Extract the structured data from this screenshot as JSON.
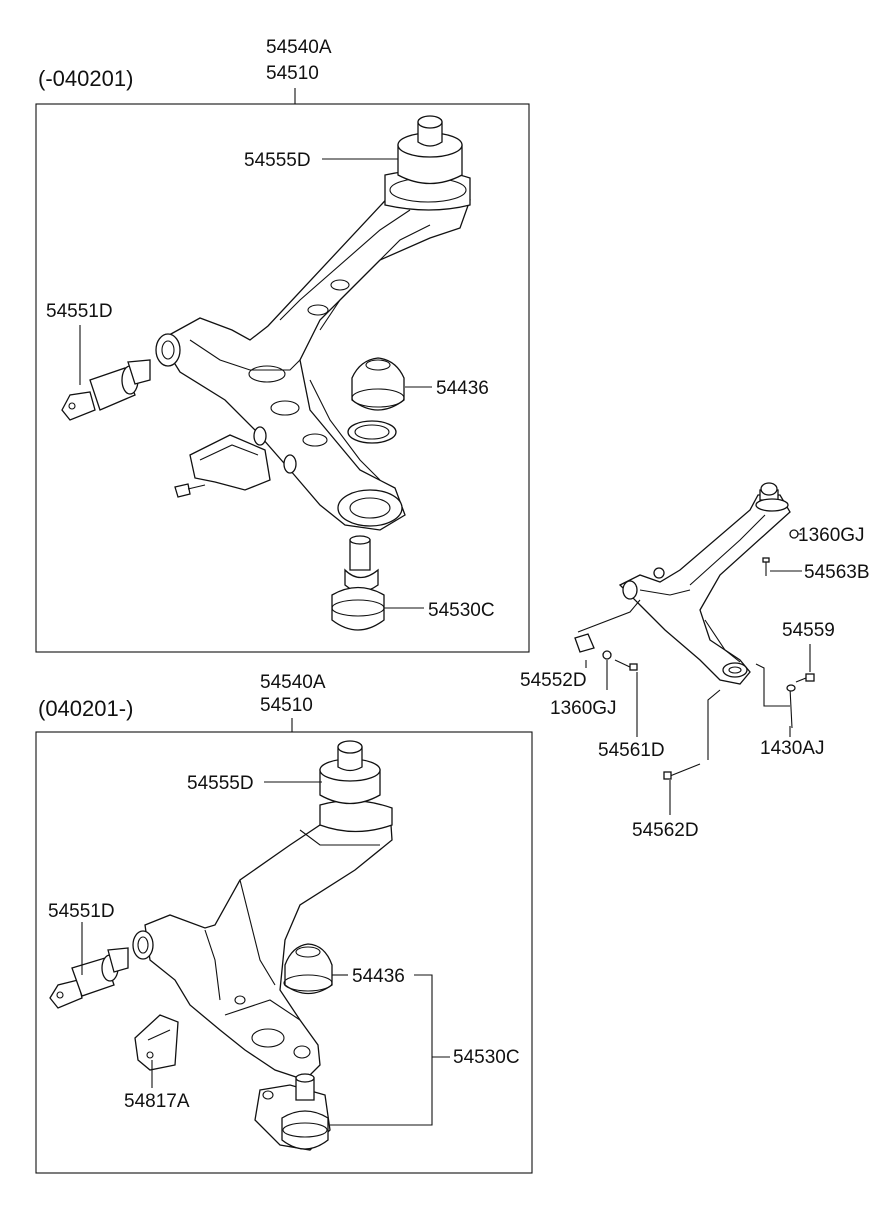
{
  "top_group": {
    "range": "(-040201)",
    "assembly": [
      "54540A",
      "54510"
    ],
    "parts": {
      "bushing_top": "54555D",
      "bushing_side": "54551D",
      "dust_cover": "54436",
      "ball_joint": "54530C"
    }
  },
  "bottom_group": {
    "range": "(040201-)",
    "assembly": [
      "54540A",
      "54510"
    ],
    "parts": {
      "bushing_top": "54555D",
      "bushing_side": "54551D",
      "dust_cover": "54436",
      "ball_joint": "54530C",
      "bracket": "54817A"
    }
  },
  "right_group": {
    "parts": {
      "nut_top": "1360GJ",
      "bolt_top": "54563B",
      "bolt_right": "54559",
      "clip": "54552D",
      "nut_mid": "1360GJ",
      "bolt_mid": "54561D",
      "pin": "1430AJ",
      "long_bolt": "54562D"
    }
  }
}
